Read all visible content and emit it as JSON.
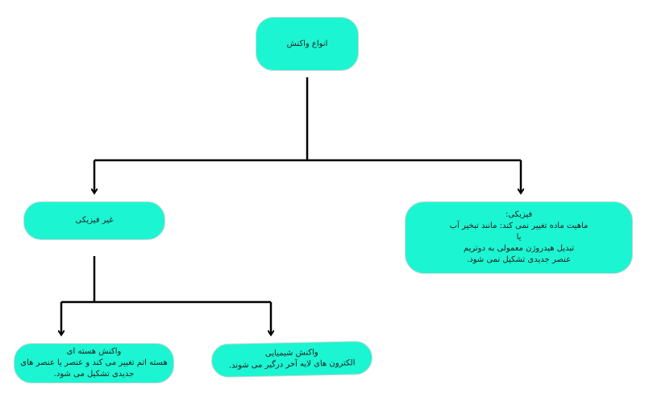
{
  "root": {
    "title": "انواع واکنش"
  },
  "non_physical": {
    "title": "غیر فیزیکی"
  },
  "physical": {
    "lines": [
      "فیزیکی:",
      "ماهیت ماده تغییر نمی کند: مانند تبخیر آب",
      "یا",
      "تبدیل هیدروژن معمولی به دوتریم",
      "عنصر جدیدی تشکیل نمی شود."
    ]
  },
  "nuclear": {
    "lines": [
      "واکنش هسته ای",
      "هسته اتم تغییر می کند و عنصر یا عنصر های",
      "جدیدی تشکیل می شود."
    ]
  },
  "chemical": {
    "lines": [
      "واکنش شیمیایی",
      "الکترون های لایه آخر درگیر می شوند."
    ]
  }
}
